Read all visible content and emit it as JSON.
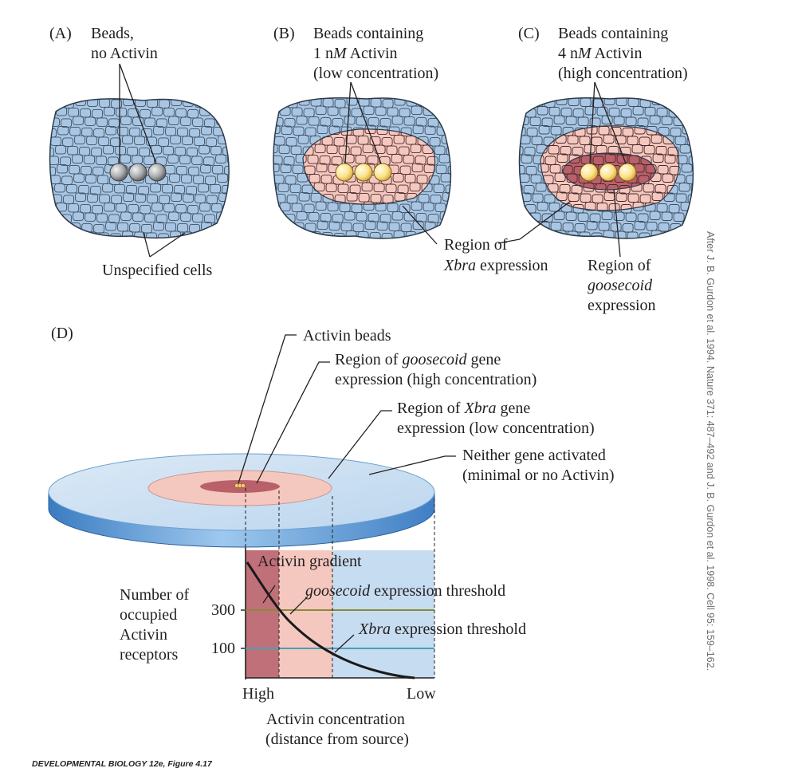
{
  "panel_a": {
    "letter": "(A)",
    "title_lines": [
      "Beads,",
      "no Activin"
    ],
    "cells_label": "Unspecified cells"
  },
  "panel_b": {
    "letter": "(B)",
    "title_lines": [
      "Beads containing",
      "1 nM Activin",
      "(low concentration)"
    ],
    "region_label_1": "Region of",
    "region_label_2_italic": "Xbra",
    "region_label_2_rest": " expression"
  },
  "panel_c": {
    "letter": "(C)",
    "title_lines": [
      "Beads containing",
      "4 nM  Activin",
      "(high concentration)"
    ],
    "region_label_1": "Region of",
    "region_label_2": "goosecoid",
    "region_label_3": "expression"
  },
  "panel_d": {
    "letter": "(D)",
    "beads_label": "Activin beads",
    "gsc_region_1_pre": "Region of ",
    "gsc_region_1_italic": "goosecoid",
    "gsc_region_1_post": " gene",
    "gsc_region_2": "expression (high concentration)",
    "xbra_region_1_pre": "Region of ",
    "xbra_region_1_italic": "Xbra",
    "xbra_region_1_post": " gene",
    "xbra_region_2": "expression (low concentration)",
    "neither_1": "Neither gene activated",
    "neither_2": "(minimal or no Activin)",
    "gradient_label": "Activin gradient",
    "gsc_threshold_italic": "goosecoid",
    "gsc_threshold_rest": " expression threshold",
    "xbra_threshold_italic": "Xbra",
    "xbra_threshold_rest": " expression threshold",
    "ylabel_lines": [
      "Number of",
      "occupied",
      "Activin",
      "receptors"
    ],
    "ytick_300": "300",
    "ytick_100": "100",
    "x_high": "High",
    "x_low": "Low",
    "xlabel_1": "Activin concentration",
    "xlabel_2": "(distance from source)"
  },
  "credit": "After J. B. Gurdon et al. 1994. Nature 371: 487–492 and J. B. Gurdon et al. 1998. Cell 95: 159–162.",
  "footer_pre": "DEVELOPMENTAL BIOLOGY 12e, ",
  "footer_fig": "Figure 4.17",
  "colors": {
    "cell_blue": "#a8c6e3",
    "cell_stroke": "#2c3a4a",
    "xbra_pink": "#f4c7bf",
    "gsc_maroon": "#b9606a",
    "bead_gray": "#a7a9ac",
    "bead_yellow": "#fbe89a",
    "disk_top": "#cfe2f3",
    "disk_side": "#5b9bd5",
    "threshold_gsc": "#8c8a3a",
    "threshold_xbra": "#4a9fb5"
  }
}
